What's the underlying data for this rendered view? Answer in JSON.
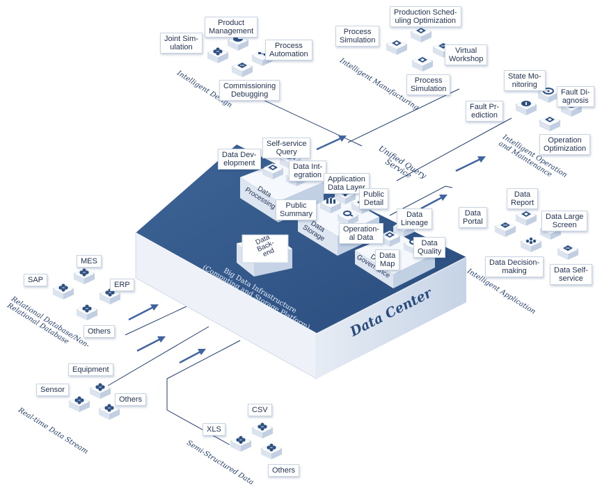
{
  "center": {
    "title": "Data Center",
    "infra": "Big Data Infrastructure\n(Computing and Storage Platform)",
    "backend": "Data\nBack-\nend",
    "blocks": {
      "processing": "Data\nProcessing",
      "storage": "Data\nStorage",
      "governance": "Data\nGovernance"
    }
  },
  "processing_items": [
    "Data Dev-\nelopment",
    "Self-service\nQuery",
    "Data Int-\negration"
  ],
  "storage_items": [
    "Application\nData Layer",
    "Public\nSummary",
    "Public\nDetail",
    "Operation-\nal Data"
  ],
  "governance_items": [
    "Data\nLineage",
    "Data\nMap",
    "Data\nQuality"
  ],
  "intelligent_design": {
    "title": "Intelligent Design",
    "items": [
      "Product\nManagement",
      "Joint Sim-\nulation",
      "Process\nAutomation",
      "Commissioning\nDebugging"
    ]
  },
  "intelligent_manufacturing": {
    "title": "Intelligent Manufacturing",
    "items": [
      "Production Sched-\nuling Optimization",
      "Process\nSimulation",
      "Virtual\nWorkshop",
      "Process\nSimulation"
    ]
  },
  "intelligent_om": {
    "title": "Intelligent Operation\nand Maintenance",
    "items": [
      "State Mo-\nnitoring",
      "Fault Pr-\nediction",
      "Fault Di-\nagnosis",
      "Operation\nOptimization"
    ]
  },
  "intelligent_app": {
    "title": "Intelligent Application",
    "items": [
      "Data\nReport",
      "Data\nPortal",
      "Data Large\nScreen",
      "Data Decision-\nmaking",
      "Data Self-\nservice"
    ]
  },
  "unified_query": "Unified Query\nService",
  "relational": {
    "title": "Relational Database/Non-\nRelational Database",
    "items": [
      "MES",
      "SAP",
      "ERP",
      "Others"
    ]
  },
  "realtime": {
    "title": "Real-time Data Stream",
    "items": [
      "Equipment",
      "Sensor",
      "Others"
    ]
  },
  "semi": {
    "title": "Semi-Structured Data",
    "items": [
      "CSV",
      "XLS",
      "Others"
    ]
  },
  "colors": {
    "navy": "#2e5080",
    "navy_dark": "#1f3c66",
    "side_light": "#cdd8e8",
    "side_mid": "#b3c3da",
    "line": "#1e3a6b",
    "arrow": "#3f64a0"
  }
}
